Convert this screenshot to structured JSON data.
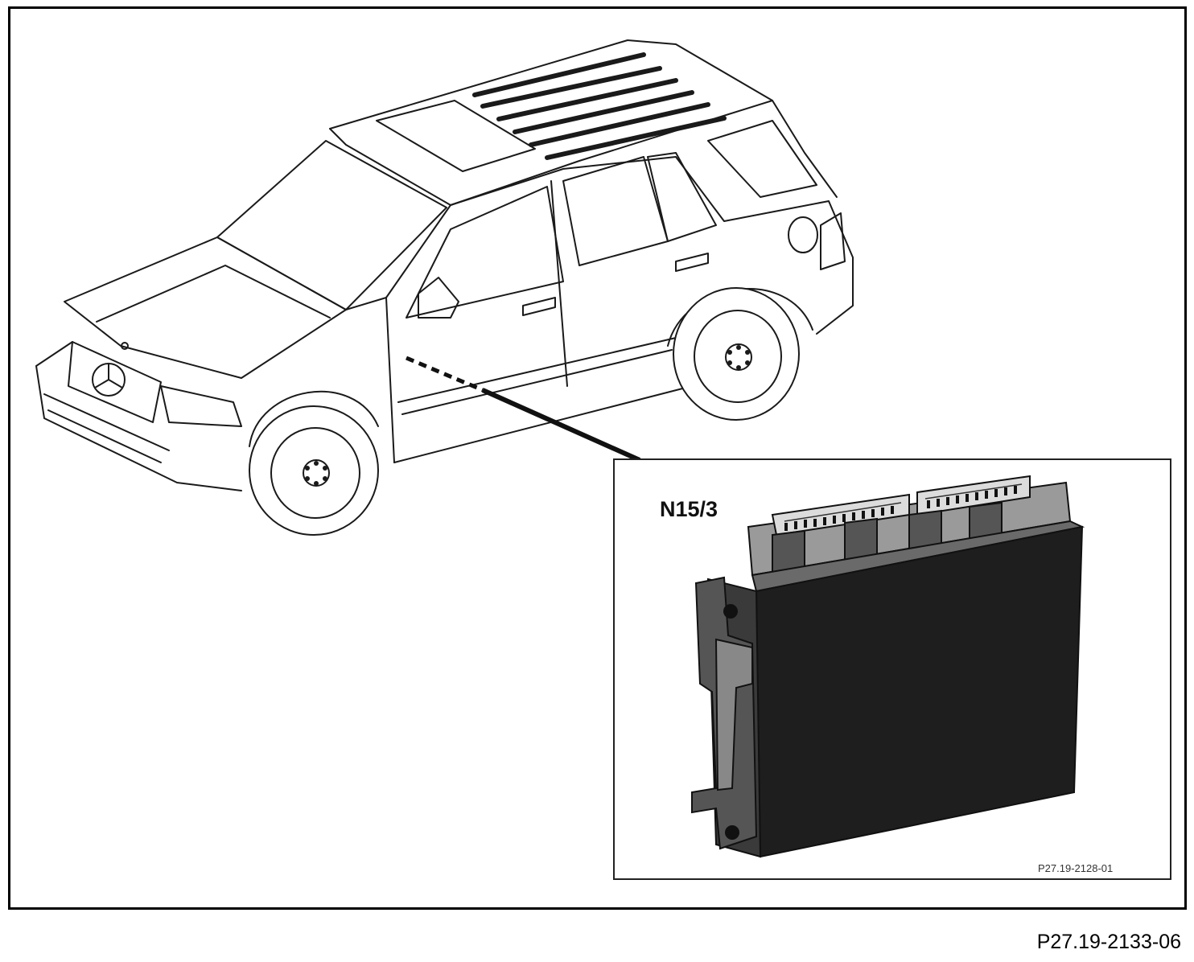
{
  "figure": {
    "reference_code": "P27.19-2133-06"
  },
  "inset": {
    "component_label": "N15/3",
    "reference_code": "P27.19-2128-01"
  },
  "colors": {
    "line": "#1a1a1a",
    "module_body": "#2c2c2c",
    "module_face": "#1e1e1e",
    "module_highlight": "#6a6a6a"
  }
}
